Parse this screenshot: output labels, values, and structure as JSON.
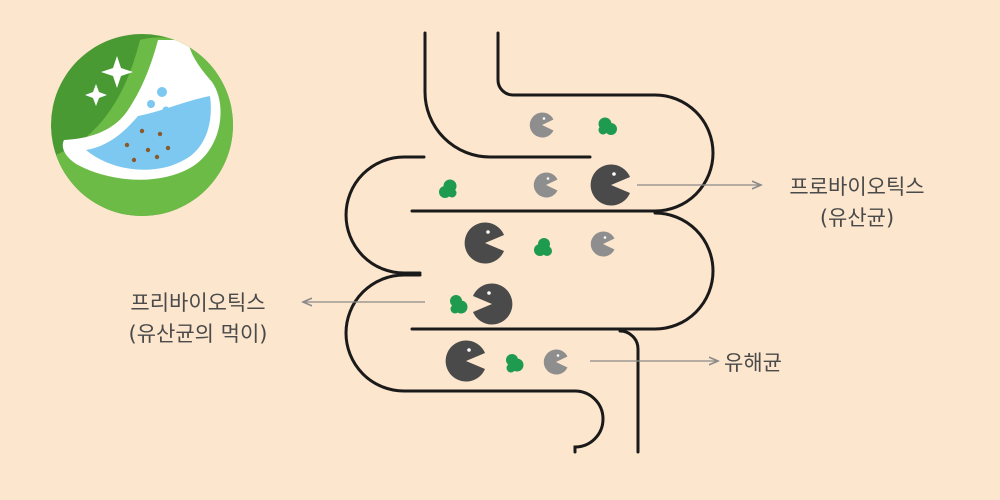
{
  "colors": {
    "background": "#FCE6CD",
    "badge_dark": "#4A9A33",
    "badge_light": "#6DBB47",
    "liquid": "#7CC8F0",
    "intestine_line": "#1A1A1A",
    "probiotic": "#4A4A4A",
    "harmful_bacteria": "#8E8E8E",
    "prebiotic": "#1E9B4E",
    "pointer": "#8A8A8A",
    "label_text": "#4A4A4A"
  },
  "icons": {
    "badge": "stomach-icon",
    "sparkle": "sparkle-icon",
    "probiotic": "pacman-icon",
    "prebiotic": "green-blob-icon"
  },
  "labels": {
    "probiotics": {
      "line1": "프로바이오틱스",
      "line2": "(유산균)"
    },
    "prebiotics": {
      "line1": "프리바이오틱스",
      "line2": "(유산균의 먹이)"
    },
    "harmful": {
      "line1": "유해균"
    }
  }
}
